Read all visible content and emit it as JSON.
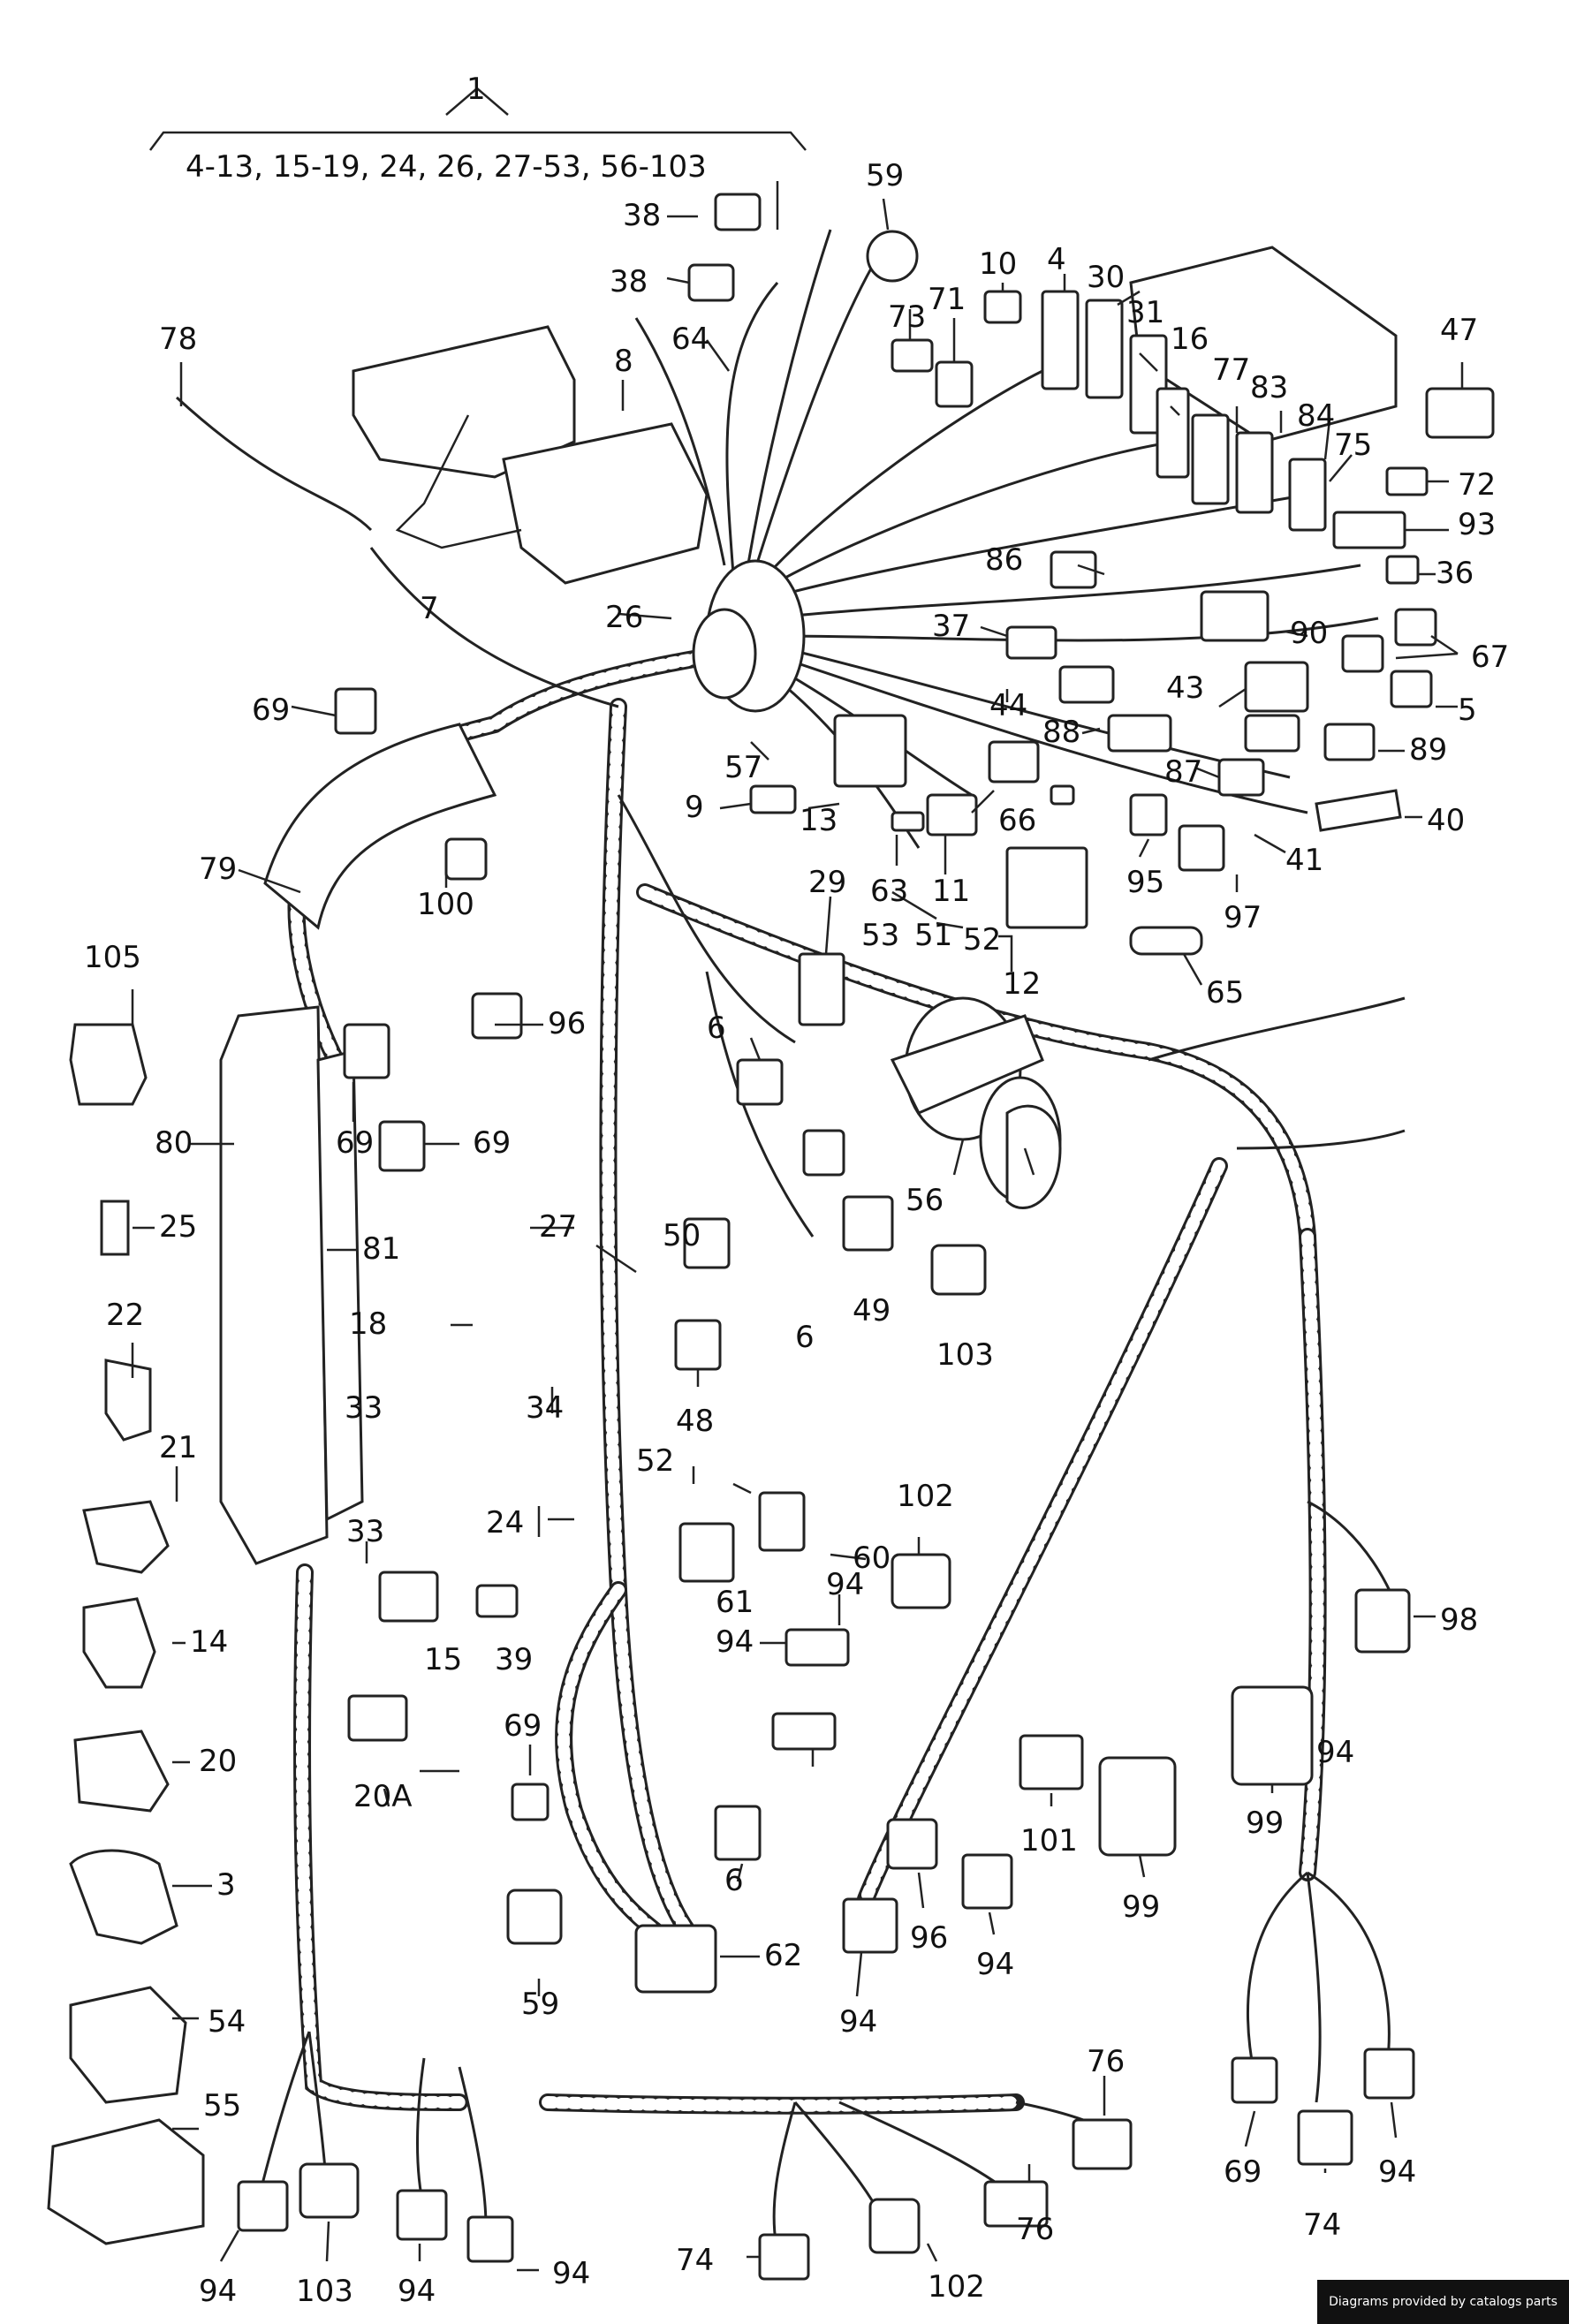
{
  "header": {
    "main_number": "1",
    "included_parts": "4-13, 15-19, 24, 26, 27-53, 56-103"
  },
  "labels": [
    "78",
    "8",
    "7",
    "64",
    "38",
    "38",
    "59",
    "73",
    "71",
    "10",
    "4",
    "30",
    "31",
    "16",
    "77",
    "83",
    "84",
    "75",
    "47",
    "72",
    "93",
    "36",
    "86",
    "26",
    "37",
    "90",
    "67",
    "5",
    "43",
    "44",
    "88",
    "89",
    "87",
    "40",
    "41",
    "97",
    "95",
    "66",
    "11",
    "63",
    "12",
    "65",
    "69",
    "57",
    "9",
    "13",
    "79",
    "100",
    "105",
    "80",
    "81",
    "25",
    "22",
    "21",
    "14",
    "20",
    "3",
    "54",
    "55",
    "96",
    "69",
    "69",
    "29",
    "53",
    "51",
    "52",
    "6",
    "56",
    "50",
    "27",
    "18",
    "33",
    "34",
    "33",
    "24",
    "48",
    "6",
    "49",
    "103",
    "52",
    "61",
    "60",
    "102",
    "94",
    "94",
    "15",
    "39",
    "20A",
    "69",
    "59",
    "62",
    "6",
    "94",
    "101",
    "96",
    "94",
    "99",
    "99",
    "98",
    "94",
    "76",
    "76",
    "102",
    "74",
    "94",
    "103",
    "94",
    "94",
    "69",
    "74",
    "94"
  ],
  "watermark": "Diagrams provided by catalogs parts"
}
